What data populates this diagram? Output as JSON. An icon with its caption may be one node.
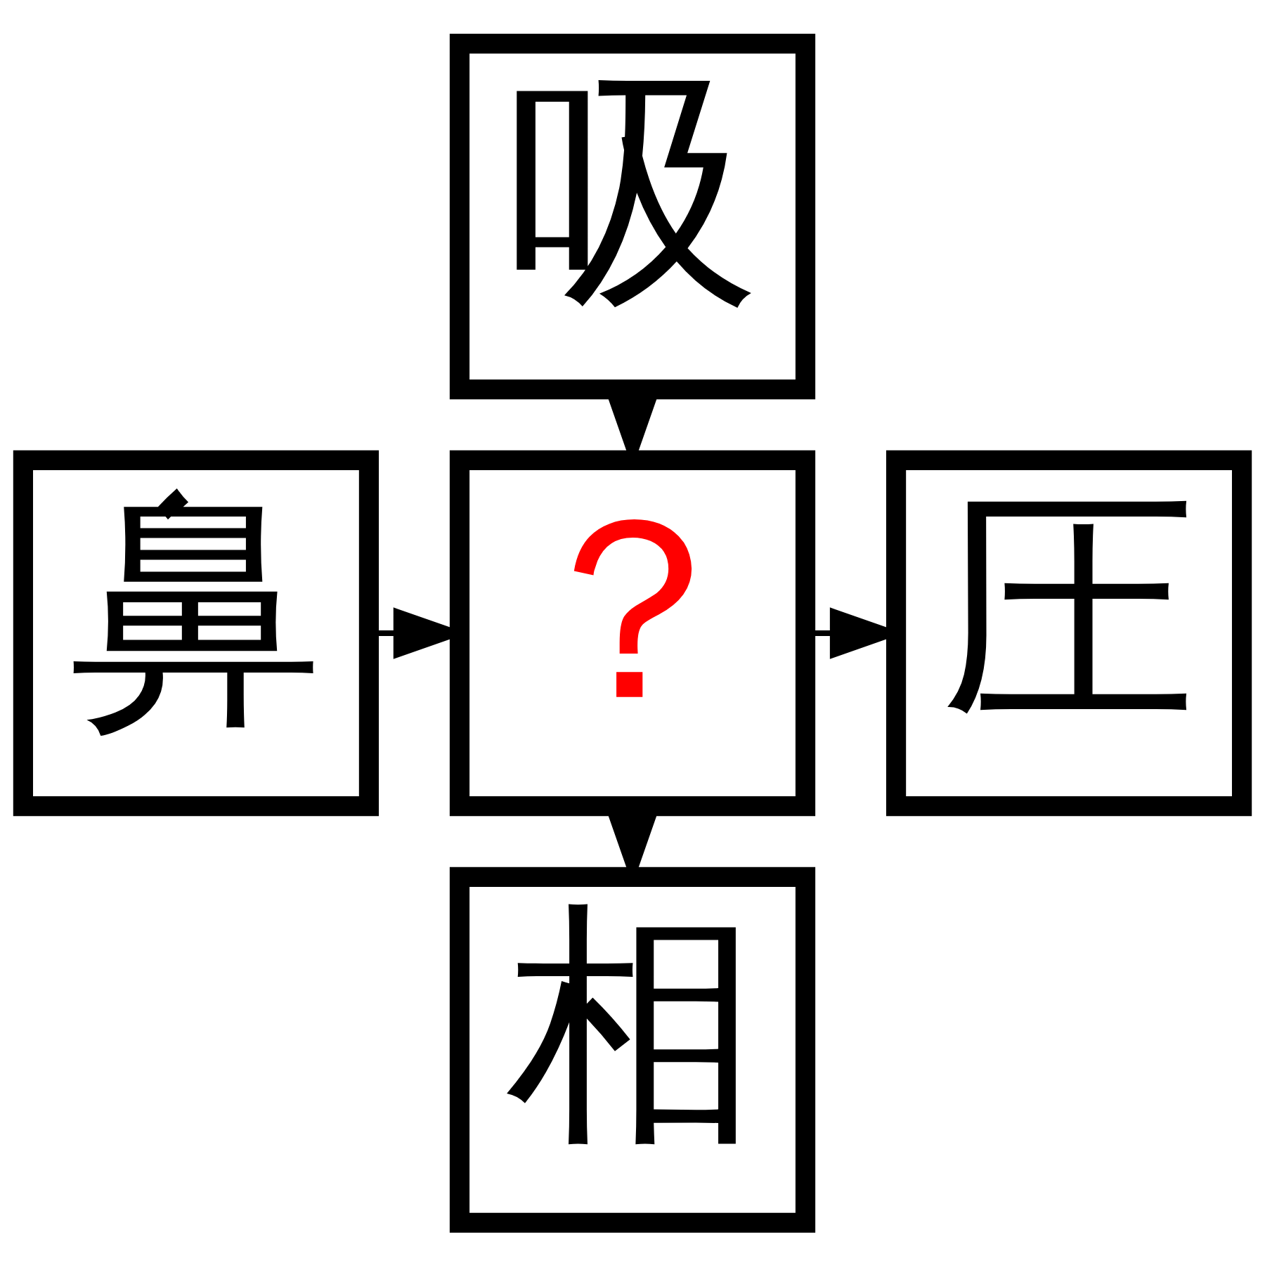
{
  "diagram": {
    "nodes": [
      {
        "text": [
          "吸"
        ]
      },
      {
        "text": [
          "鼻"
        ]
      },
      {
        "text": [
          "？"
        ]
      },
      {
        "text": [
          "圧"
        ]
      },
      {
        "text": [
          "相"
        ]
      }
    ],
    "edges": [
      {
        "from": 0,
        "to": 2,
        "arrow": "to"
      },
      {
        "from": 1,
        "to": 2,
        "arrow": "to"
      },
      {
        "from": 2,
        "to": 3,
        "arrow": "to"
      },
      {
        "from": 2,
        "to": 4,
        "arrow": "to"
      }
    ]
  }
}
